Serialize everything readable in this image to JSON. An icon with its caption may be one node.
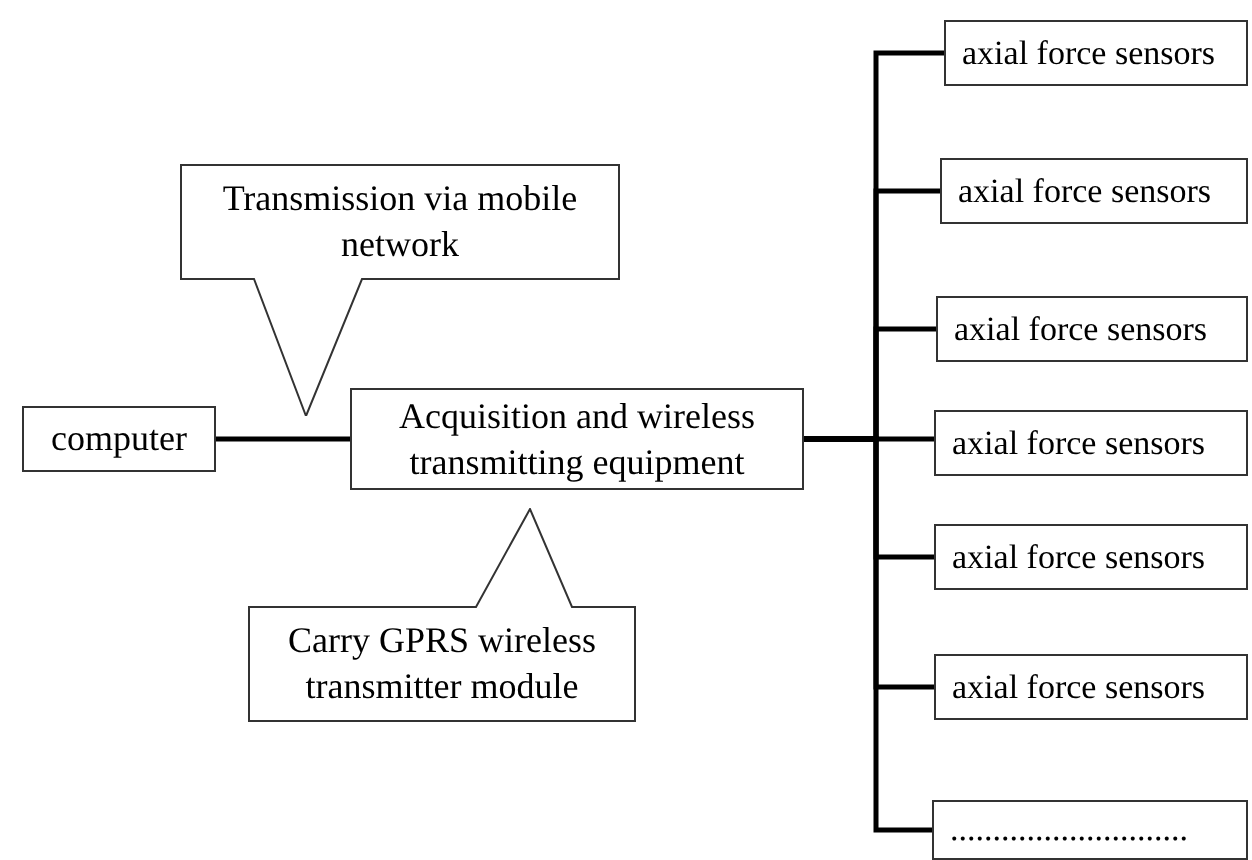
{
  "diagram": {
    "nodes": [
      {
        "text": [
          "Transmission via mobile network"
        ]
      },
      {
        "text": [
          "computer"
        ]
      },
      {
        "text": [
          "Acquisition and wireless transmitting equipment"
        ]
      },
      {
        "text": [
          "Carry GPRS wireless transmitter module"
        ]
      },
      {
        "text": [
          "axial force sensors"
        ]
      },
      {
        "text": [
          "axial force sensors"
        ]
      },
      {
        "text": [
          "axial force sensors"
        ]
      },
      {
        "text": [
          "axial force sensors"
        ]
      },
      {
        "text": [
          "axial force sensors"
        ]
      },
      {
        "text": [
          "axial force sensors"
        ]
      },
      {
        "text": [
          "............................"
        ]
      }
    ],
    "edges": [
      {
        "from": 1,
        "to": 2,
        "arrow": "none"
      },
      {
        "from": 2,
        "to": 4,
        "arrow": "none"
      },
      {
        "from": 2,
        "to": 5,
        "arrow": "none"
      },
      {
        "from": 2,
        "to": 6,
        "arrow": "none"
      },
      {
        "from": 2,
        "to": 7,
        "arrow": "none"
      },
      {
        "from": 2,
        "to": 8,
        "arrow": "none"
      },
      {
        "from": 2,
        "to": 9,
        "arrow": "none"
      },
      {
        "from": 2,
        "to": 10,
        "arrow": "none"
      }
    ]
  }
}
